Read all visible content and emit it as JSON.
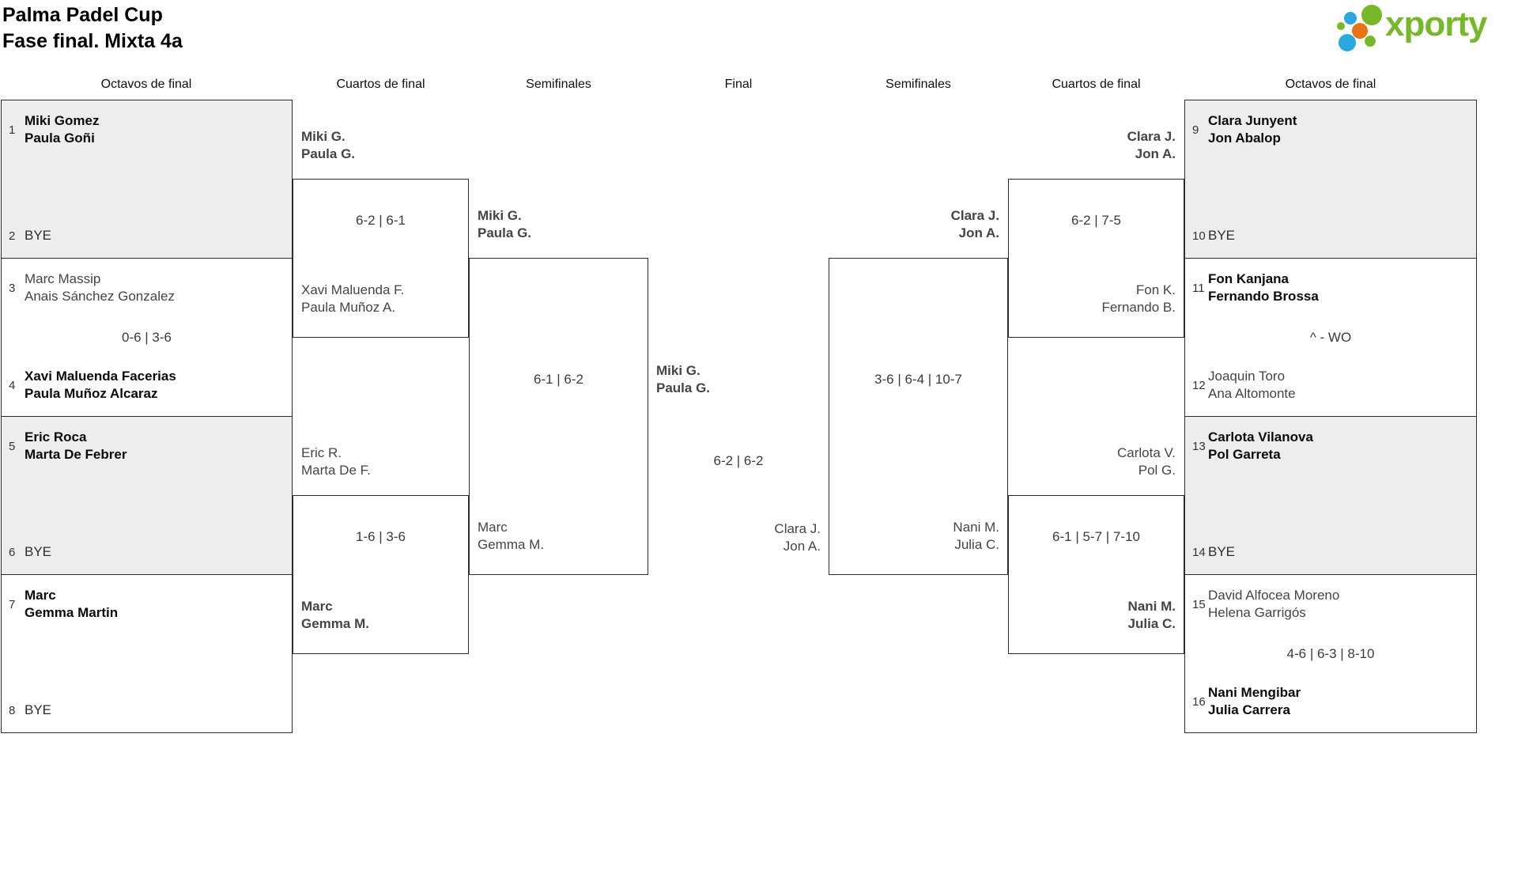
{
  "title": {
    "line1": "Palma Padel Cup",
    "line2": "Fase final. Mixta 4a"
  },
  "logo": {
    "wordmark": "xporty"
  },
  "colors": {
    "logo_green": "#76b82a",
    "logo_blue": "#2aa9e0",
    "logo_orange": "#e87511",
    "box_fill_gray": "#ededed",
    "border": "#2d2d2d",
    "winner_text": "#0b0b0b",
    "loser_text": "#454545"
  },
  "round_headers": {
    "octavos_left": "Octavos de final",
    "cuartos_left": "Cuartos de final",
    "semifinales_left": "Semifinales",
    "final": "Final",
    "semifinales_right": "Semifinales",
    "cuartos_right": "Cuartos de final",
    "octavos_right": "Octavos de final"
  },
  "octavos_left": [
    {
      "seed_top": "1",
      "top": [
        "Miki Gomez",
        "Paula Goñi"
      ],
      "seed_bottom": "2",
      "bottom": [
        "BYE"
      ]
    },
    {
      "seed_top": "3",
      "top": [
        "Marc Massip",
        "Anais Sánchez Gonzalez"
      ],
      "seed_bottom": "4",
      "bottom": [
        "Xavi Maluenda Facerias",
        "Paula Muñoz Alcaraz"
      ],
      "score": "0-6 | 3-6"
    },
    {
      "seed_top": "5",
      "top": [
        "Eric Roca",
        "Marta De Febrer"
      ],
      "seed_bottom": "6",
      "bottom": [
        "BYE"
      ]
    },
    {
      "seed_top": "7",
      "top": [
        "Marc",
        "Gemma Martin"
      ],
      "seed_bottom": "8",
      "bottom": [
        "BYE"
      ]
    }
  ],
  "octavos_right": [
    {
      "seed_top": "9",
      "top": [
        "Clara Junyent",
        "Jon Abalop"
      ],
      "seed_bottom": "10",
      "bottom": [
        "BYE"
      ]
    },
    {
      "seed_top": "11",
      "top": [
        "Fon Kanjana",
        "Fernando Brossa"
      ],
      "seed_bottom": "12",
      "bottom": [
        "Joaquin Toro",
        "Ana Altomonte"
      ],
      "score": "^ - WO"
    },
    {
      "seed_top": "13",
      "top": [
        "Carlota Vilanova",
        "Pol Garreta"
      ],
      "seed_bottom": "14",
      "bottom": [
        "BYE"
      ]
    },
    {
      "seed_top": "15",
      "top": [
        "David Alfocea Moreno",
        "Helena Garrigós"
      ],
      "seed_bottom": "16",
      "bottom": [
        "Nani Mengibar",
        "Julia Carrera"
      ],
      "score": "4-6 | 6-3 | 8-10"
    }
  ],
  "cuartos_left": [
    {
      "top": [
        "Miki G.",
        "Paula G."
      ],
      "bottom": [
        "Xavi Maluenda F.",
        "Paula Muñoz A."
      ],
      "score": "6-2 | 6-1"
    },
    {
      "top": [
        "Eric R.",
        "Marta De F."
      ],
      "bottom": [
        "Marc",
        "Gemma M."
      ],
      "score": "1-6 | 3-6"
    }
  ],
  "cuartos_right": [
    {
      "top": [
        "Clara J.",
        "Jon A."
      ],
      "bottom": [
        "Fon K.",
        "Fernando B."
      ],
      "score": "6-2 | 7-5"
    },
    {
      "top": [
        "Carlota V.",
        "Pol G."
      ],
      "bottom": [
        "Nani M.",
        "Julia C."
      ],
      "score": "6-1 | 5-7 | 7-10"
    }
  ],
  "semifinal_left": {
    "top": [
      "Miki G.",
      "Paula G."
    ],
    "bottom": [
      "Marc",
      "Gemma M."
    ],
    "score": "6-1 | 6-2"
  },
  "semifinal_right": {
    "top": [
      "Clara J.",
      "Jon A."
    ],
    "bottom": [
      "Nani M.",
      "Julia C."
    ],
    "score": "3-6 | 6-4 | 10-7"
  },
  "final": {
    "top": [
      "Miki G.",
      "Paula G."
    ],
    "bottom": [
      "Clara J.",
      "Jon A."
    ],
    "score": "6-2 | 6-2"
  }
}
